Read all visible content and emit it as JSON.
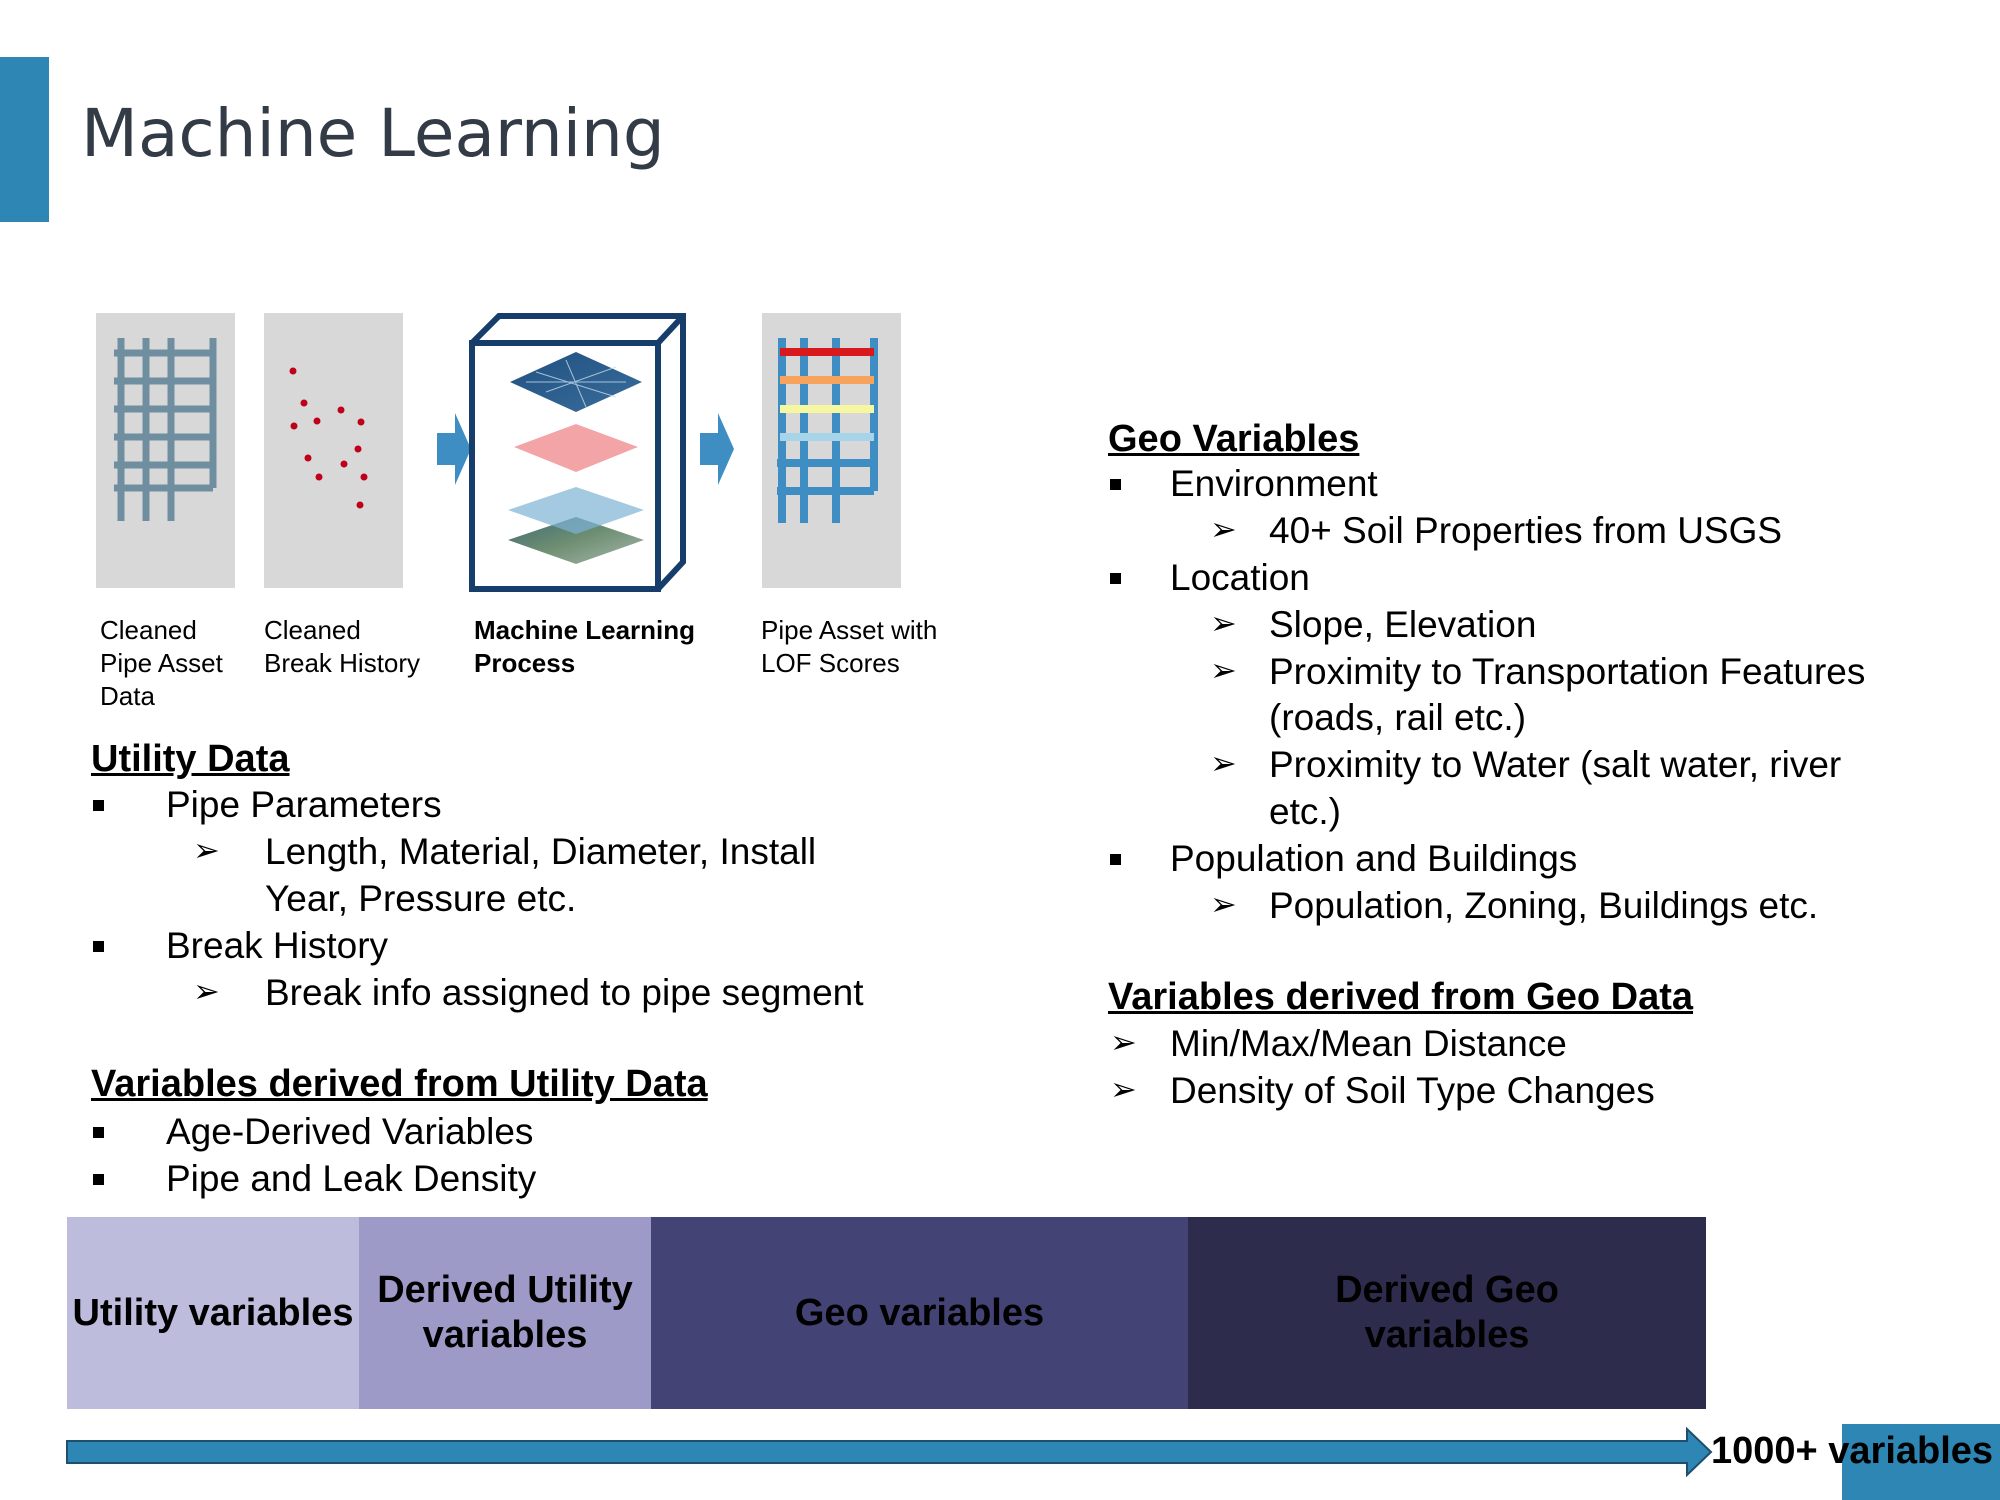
{
  "slide": {
    "title": "Machine Learning"
  },
  "pipeline": {
    "captions": [
      "Cleaned\nPipe Asset\nData",
      "Cleaned\nBreak History",
      "Machine Learning\nProcess",
      "Pipe Asset with\nLOF Scores"
    ]
  },
  "utility": {
    "heading": "Utility Data",
    "pipe_params": "Pipe Parameters",
    "pipe_params_sub1": "Length, Material, Diameter, Install",
    "pipe_params_sub2": "Year, Pressure etc.",
    "break_history": "Break History",
    "break_history_sub": "Break info assigned to pipe segment"
  },
  "derived_utility": {
    "heading": "Variables derived from Utility Data",
    "items": [
      "Age-Derived Variables",
      "Pipe and Leak Density"
    ]
  },
  "geo": {
    "heading": "Geo Variables",
    "environment": "Environment",
    "environment_sub": "40+ Soil Properties from USGS",
    "location": "Location",
    "location_sub1": "Slope, Elevation",
    "location_sub2a": "Proximity to Transportation Features",
    "location_sub2b": "(roads, rail etc.)",
    "location_sub3a": "Proximity to Water (salt water, river",
    "location_sub3b": "etc.)",
    "population": "Population and Buildings",
    "population_sub": "Population, Zoning, Buildings etc."
  },
  "derived_geo": {
    "heading": "Variables derived from Geo Data",
    "items": [
      "Min/Max/Mean Distance",
      "Density of Soil Type Changes"
    ]
  },
  "bands": {
    "utility": "Utility variables",
    "derived_utility": "Derived Utility variables",
    "geo": "Geo variables",
    "derived_geo": "Derived Geo variables"
  },
  "footer": {
    "total": "1000+ variables"
  },
  "colors": {
    "accent": "#2e86b5",
    "band_utility": "#bdbcdc",
    "band_derived_utility": "#9e9ac8",
    "band_geo": "#434375",
    "band_derived_geo": "#2e2c4d",
    "pipe_steel": "#6f8fa0",
    "break_dot": "#c0001a"
  }
}
